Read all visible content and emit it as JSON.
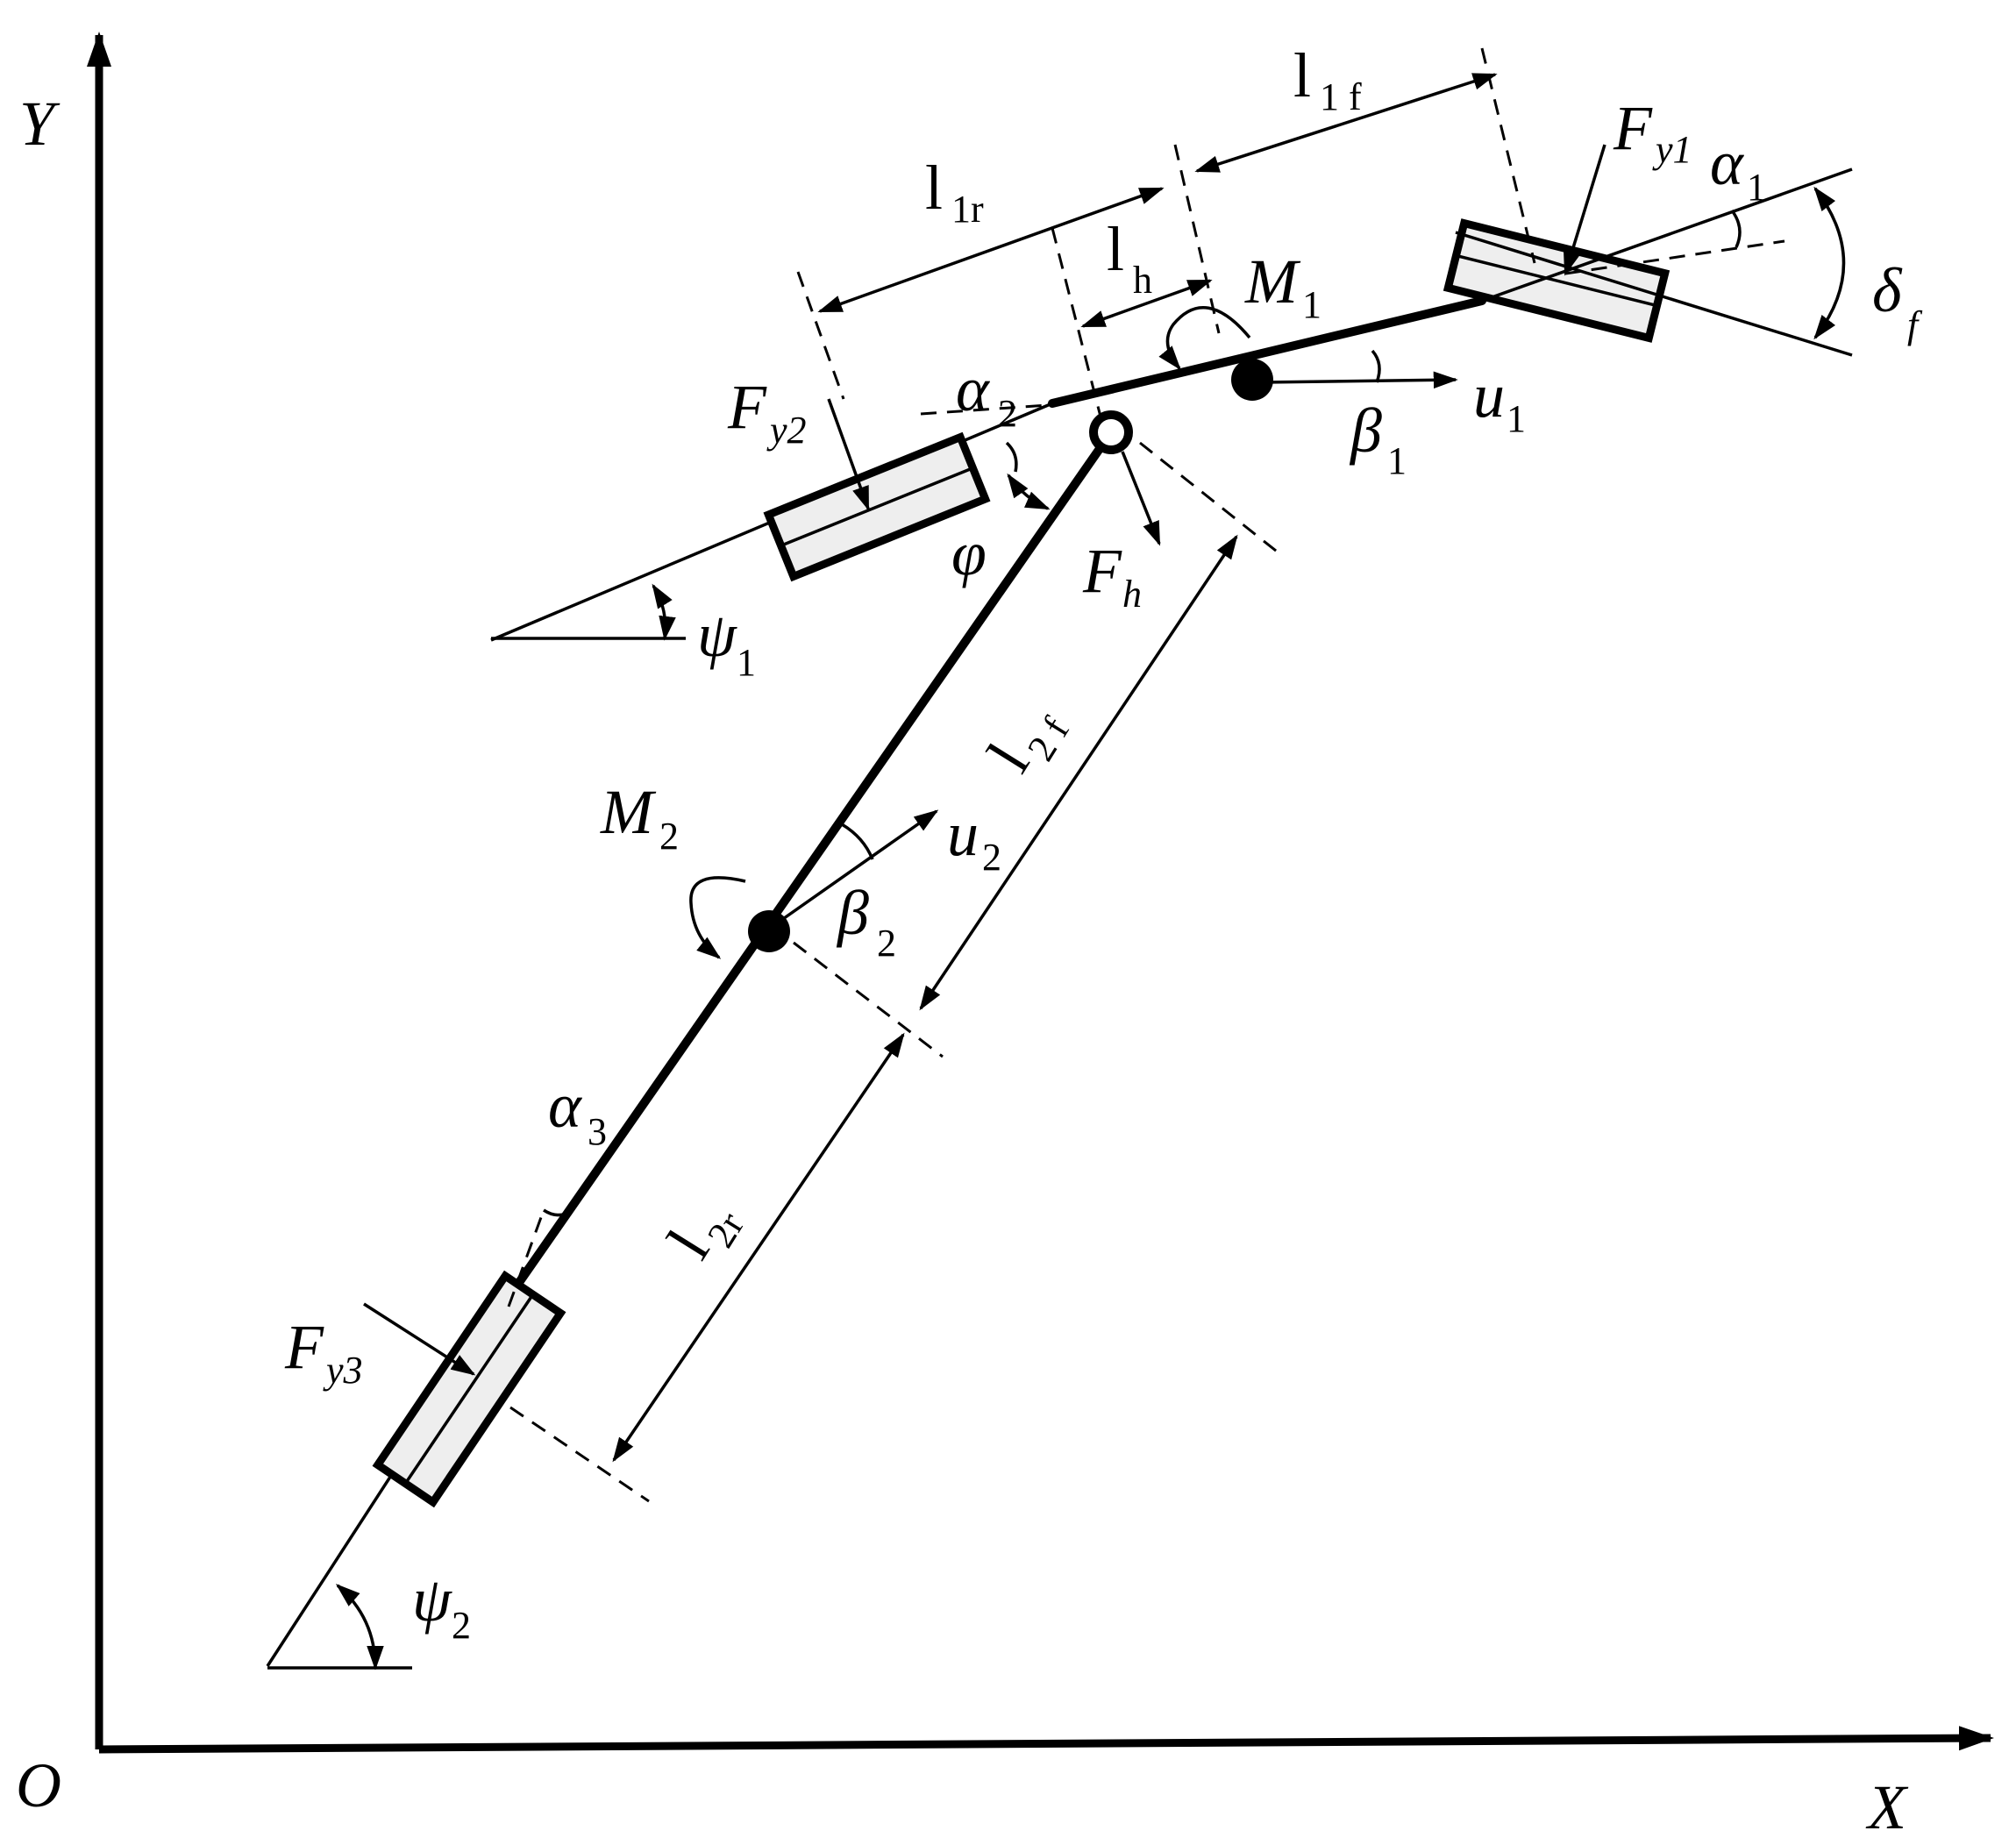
{
  "axes": {
    "x": "X",
    "y": "Y",
    "origin": "O"
  },
  "labels": {
    "l1f": {
      "main": "l",
      "sub": "1 f"
    },
    "l1r": {
      "main": "l",
      "sub": "1r"
    },
    "lh": {
      "main": "l",
      "sub": "h"
    },
    "l2f": {
      "main": "l",
      "sub": "2 f"
    },
    "l2r": {
      "main": "l",
      "sub": "2r"
    },
    "Fy1": {
      "main": "F",
      "sub": "y1"
    },
    "Fy2": {
      "main": "F",
      "sub": "y2"
    },
    "Fy3": {
      "main": "F",
      "sub": "y3"
    },
    "Fh": {
      "main": "F",
      "sub": "h"
    },
    "M1": {
      "main": "M",
      "sub": "1"
    },
    "M2": {
      "main": "M",
      "sub": "2"
    },
    "alpha1": {
      "main": "α",
      "sub": "1"
    },
    "alpha2": {
      "main": "α",
      "sub": "2"
    },
    "alpha3": {
      "main": "α",
      "sub": "3"
    },
    "beta1": {
      "main": "β",
      "sub": "1"
    },
    "beta2": {
      "main": "β",
      "sub": "2"
    },
    "deltaf": {
      "main": "δ",
      "sub": "f"
    },
    "u1": {
      "main": "u",
      "sub": "1"
    },
    "u2": {
      "main": "u",
      "sub": "2"
    },
    "psi1": {
      "main": "ψ",
      "sub": "1"
    },
    "psi2": {
      "main": "ψ",
      "sub": "2"
    },
    "phi": {
      "main": "φ"
    }
  }
}
